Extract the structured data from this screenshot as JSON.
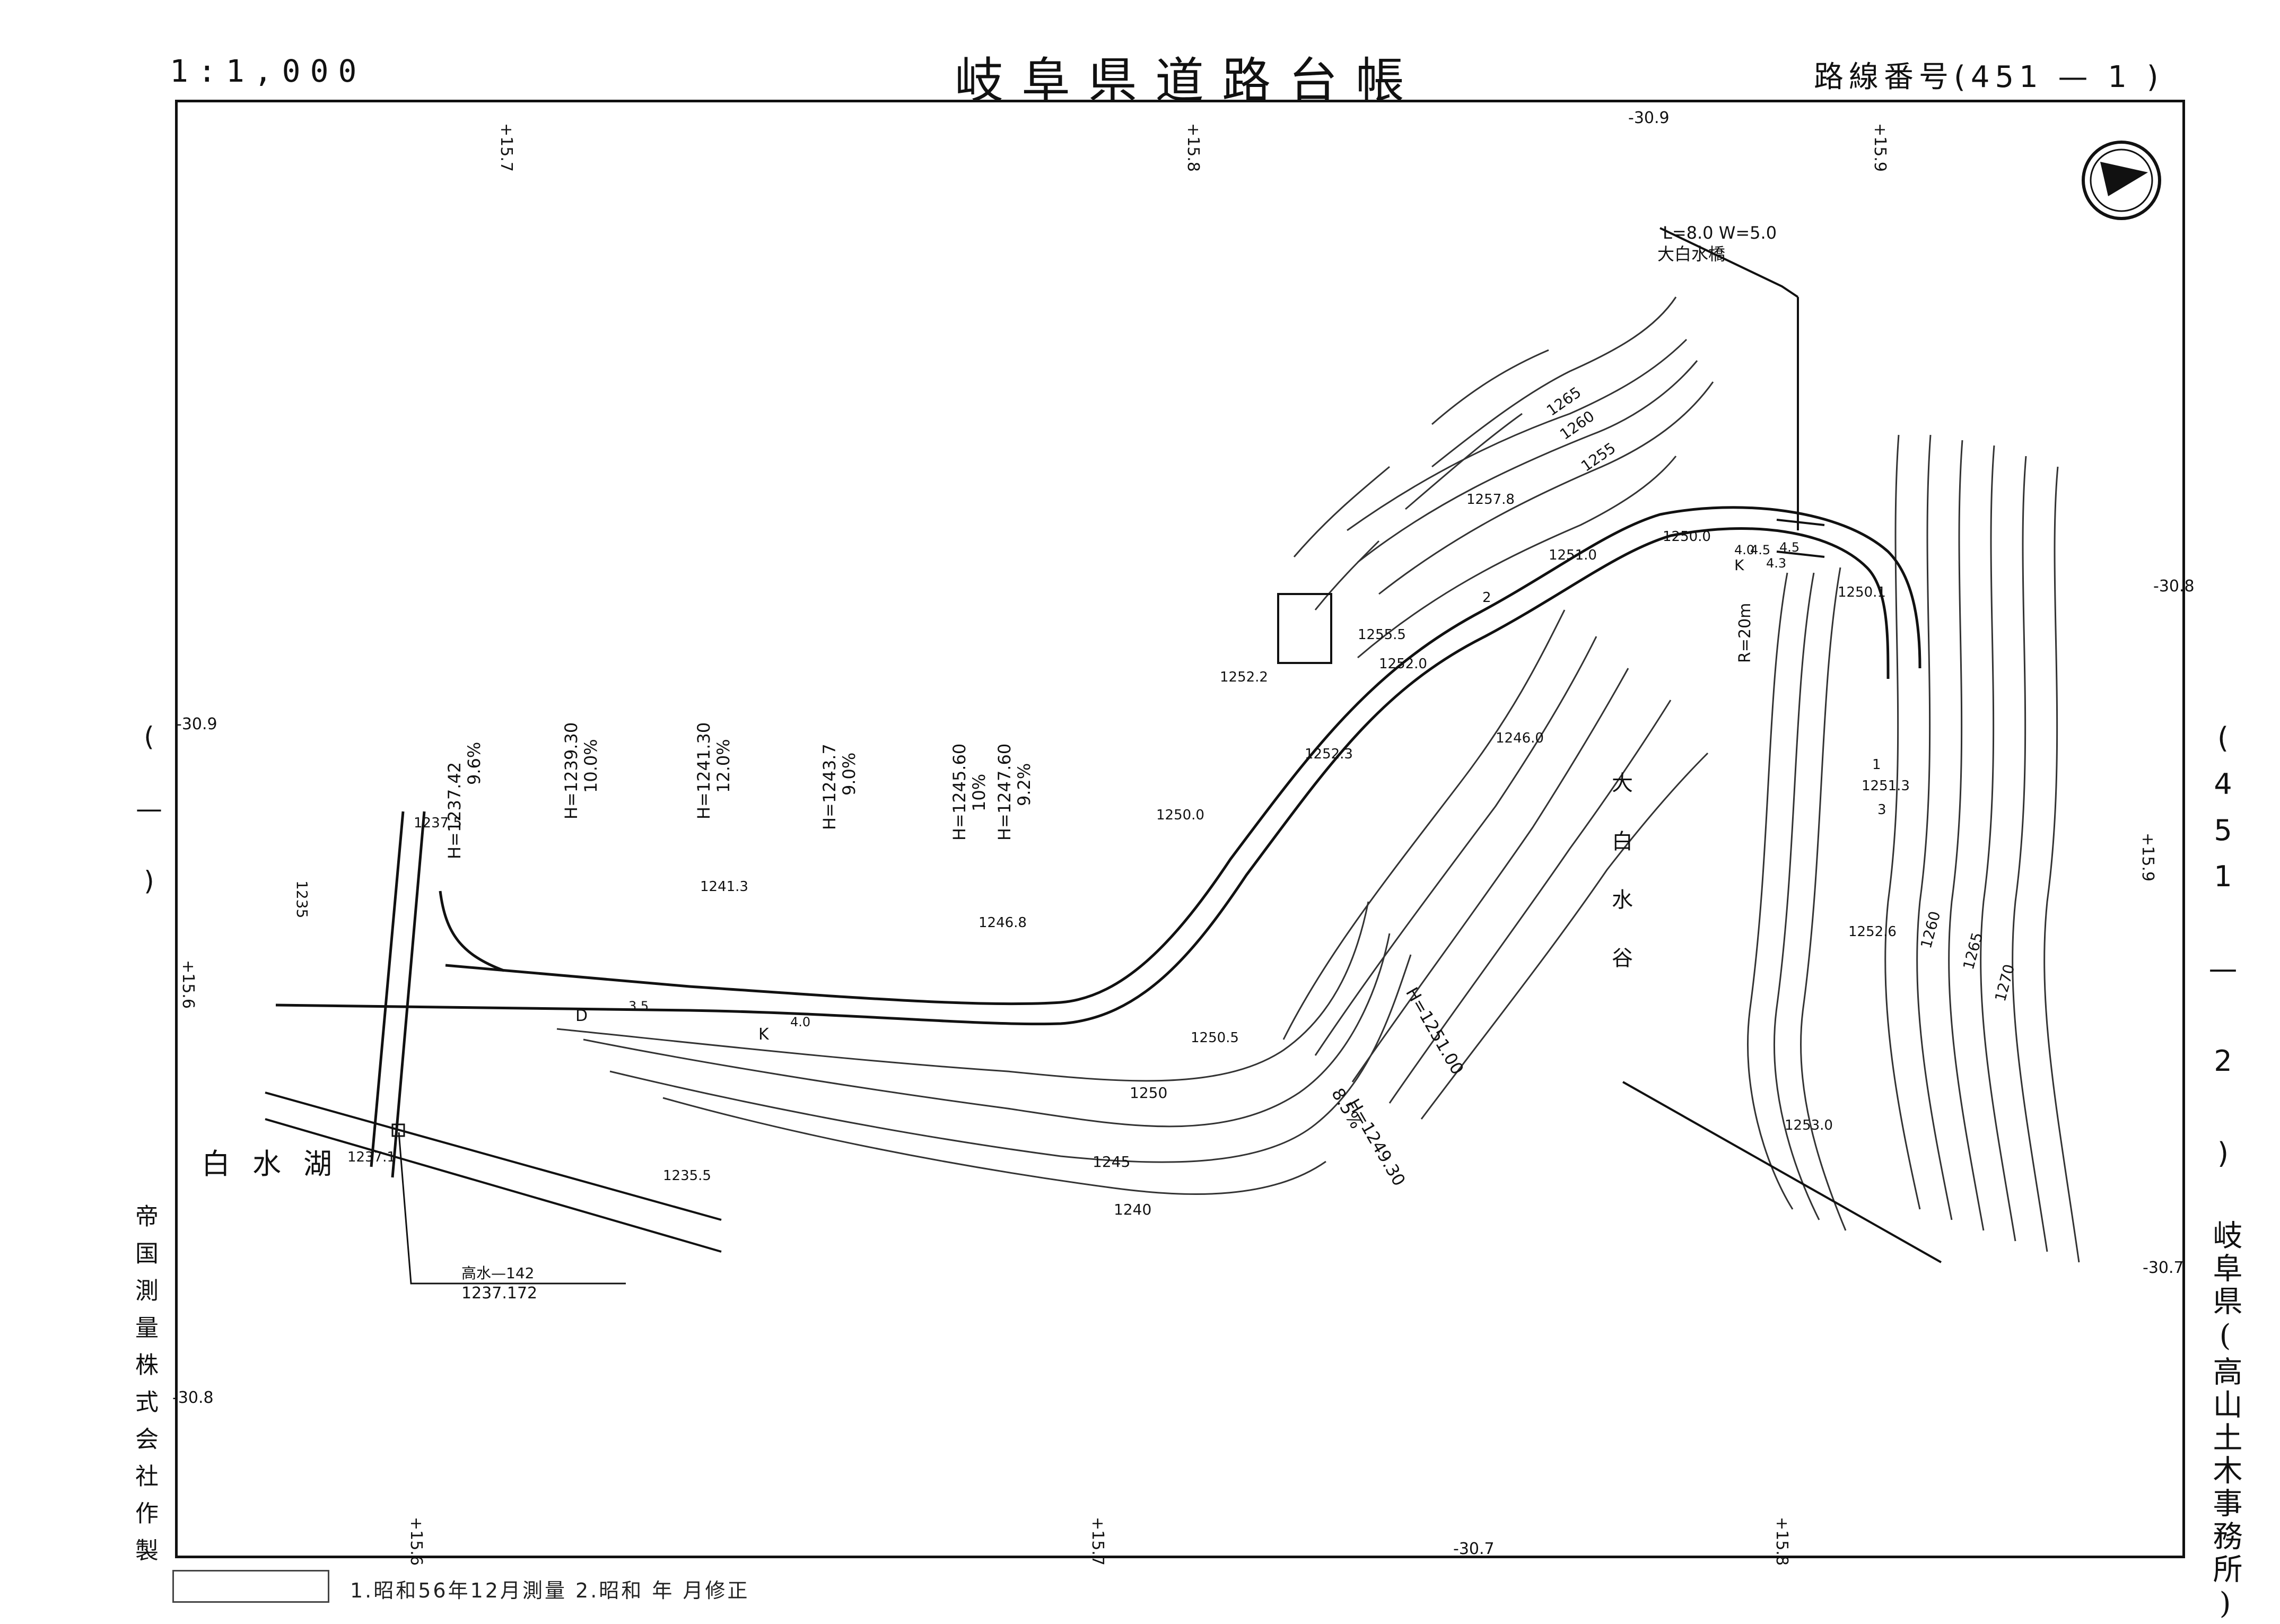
{
  "header": {
    "scale": "1:1,000",
    "title": "岐阜県道路台帳",
    "route_number": "路線番号(451 — 1 )"
  },
  "side": {
    "left_marker": "( — )",
    "right_route": "(451 — 2 )",
    "office": "岐阜県(高山土木事務所)",
    "maker": "帝国測量株式会社作製",
    "lake": "白水湖"
  },
  "footer": {
    "revision": "1.昭和56年12月測量 2.昭和 年 月修正"
  },
  "map": {
    "north_arrow": "north-arrow-icon",
    "grid_ticks": [
      "+15.7",
      "+15.8",
      "-30.9",
      "+15.9",
      "-30.9",
      "+15.6",
      "-30.8",
      "+15.9",
      "-30.8",
      "-30.7",
      "+15.6",
      "+15.7",
      "-30.7",
      "+15.8"
    ],
    "bridge": {
      "dims": "L=8.0 W=5.0",
      "name": "大白水橋"
    },
    "profile_labels": [
      {
        "h": "H=1237.42",
        "g": "9.6%"
      },
      {
        "h": "H=1239.30",
        "g": "10.0%"
      },
      {
        "h": "H=1241.30",
        "g": "12.0%"
      },
      {
        "h": "H=1243.7",
        "g": "9.0%"
      },
      {
        "h": "H=1245.60",
        "g": "10%"
      },
      {
        "h": "H=1247.60",
        "g": "9.2%"
      }
    ],
    "profile_labels_lower": [
      {
        "h": "H=1249.30",
        "g": "8.5%"
      },
      {
        "h": "H=1251.00",
        "g": ""
      }
    ],
    "spot_heights": [
      "1237.5",
      "1241.3",
      "1246.8",
      "1250.0",
      "1252.2",
      "1255.5",
      "1252.0",
      "1252.3",
      "1246.0",
      "1251.0",
      "1250.0",
      "1250.1",
      "1251.3",
      "1252.6",
      "1253.0",
      "1250.5",
      "1235.5",
      "1237.1",
      "1257.8"
    ],
    "contours": [
      "1265",
      "1260",
      "1255",
      "1250",
      "1245",
      "1240",
      "1235",
      "1260",
      "1265",
      "1270"
    ],
    "valley": "大白水谷",
    "radius": "R=20m",
    "road_marks": [
      "D",
      "K",
      "3.5",
      "4.0",
      "4.0",
      "4.5",
      "4.3",
      "4.5",
      "K",
      "2",
      "1",
      "3"
    ],
    "water_level": {
      "label": "高水—142",
      "value": "1237.172"
    }
  }
}
